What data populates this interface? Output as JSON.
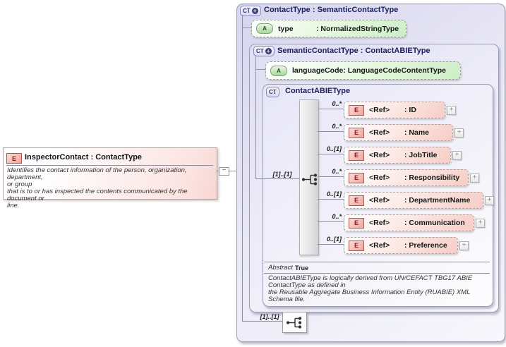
{
  "icons": {
    "element": "E",
    "attribute": "A",
    "complex_type": "CT",
    "extension_plus": "+",
    "expand": "+",
    "collapse": "−"
  },
  "source": {
    "title": "InspectorContact : ContactType",
    "description": "Identifies the contact information of the person, organization, department,\nor group\nthat is to or has inspected the contents communicated by the document or\nline."
  },
  "contact_type": {
    "title": "ContactType : SemanticContactType",
    "attribute": {
      "name": "type",
      "type": ": NormalizedStringType"
    },
    "content_cardinality": "[1]..[1]"
  },
  "semantic_contact_type": {
    "title": "SemanticContactType : ContactABIEType",
    "attribute": {
      "name": "languageCode",
      "type": ": LanguageCodeContentType"
    },
    "sequence_cardinality": "[1]..[1]"
  },
  "contact_abie_type": {
    "title": "ContactABIEType",
    "elements": [
      {
        "cardinality": "0..*",
        "name": "<Ref>",
        "type": ": ID"
      },
      {
        "cardinality": "0..*",
        "name": "<Ref>",
        "type": ": Name"
      },
      {
        "cardinality": "0..[1]",
        "name": "<Ref>",
        "type": ": JobTitle"
      },
      {
        "cardinality": "0..*",
        "name": "<Ref>",
        "type": ": Responsibility"
      },
      {
        "cardinality": "0..[1]",
        "name": "<Ref>",
        "type": ": DepartmentName"
      },
      {
        "cardinality": "0..*",
        "name": "<Ref>",
        "type": ": Communication"
      },
      {
        "cardinality": "0..[1]",
        "name": "<Ref>",
        "type": ": Preference"
      }
    ],
    "abstract_label": "Abstract",
    "abstract_value": "True",
    "annotation": "ContactABIEType is logically derived from UN/CEFACT TBG17 ABIE\nContactType as defined in\nthe Reusable Aggregate Business Information Entity (RUABIE) XML\nSchema file."
  },
  "colors": {
    "element_pink": "#f6cdc6",
    "attribute_green": "#cdeec6",
    "panel_lavender": "#dedcf2",
    "header_navy": "#20205e",
    "element_icon_red": "#b2554e",
    "attribute_icon_green": "#7fae7a",
    "complextype_purple": "#8585c0",
    "connector_gray": "#8f8f9f"
  }
}
